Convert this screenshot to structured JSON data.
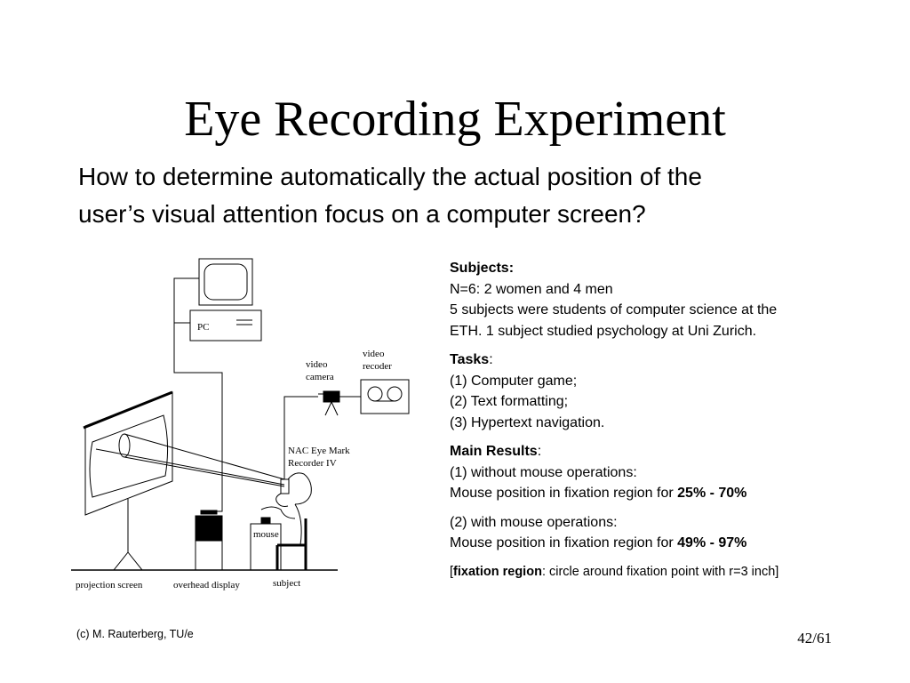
{
  "slide": {
    "title": "Eye Recording Experiment",
    "subtitle_lines": [
      "How to determine automatically the actual position of the",
      "user’s visual attention focus on a computer screen?"
    ]
  },
  "diagram": {
    "labels": {
      "pc": "PC",
      "video_camera_1": "video",
      "video_camera_2": "camera",
      "video_recorder_1": "video",
      "video_recorder_2": "recoder",
      "nac_1": "NAC Eye Mark",
      "nac_2": "Recorder IV",
      "mouse": "mouse",
      "projection_screen": "projection screen",
      "overhead_display": "overhead display",
      "subject": "subject"
    }
  },
  "info": {
    "subjects_heading": "Subjects:",
    "subjects_line1": "N=6: 2 women and 4 men",
    "subjects_line2": "5 subjects were students of computer science at the",
    "subjects_line3": "ETH. 1 subject studied psychology at Uni Zurich.",
    "tasks_heading": "Tasks",
    "tasks_colon": ":",
    "task1": "(1) Computer game;",
    "task2": "(2) Text formatting;",
    "task3": "(3) Hypertext navigation.",
    "results_heading": "Main Results",
    "results_colon": ":",
    "result1_line1": "(1) without mouse operations:",
    "result1_line2": "Mouse position in fixation region for ",
    "result1_value": "25% - 70%",
    "result2_line1": "(2) with mouse operations:",
    "result2_line2": "Mouse position in fixation region for ",
    "result2_value": "49% - 97%",
    "note_open": "[",
    "note_term": "fixation region",
    "note_text": ": circle around fixation point with r=3 inch]"
  },
  "footer": {
    "copyright": "(c) M. Rauterberg, TU/e",
    "page": "42/61"
  }
}
